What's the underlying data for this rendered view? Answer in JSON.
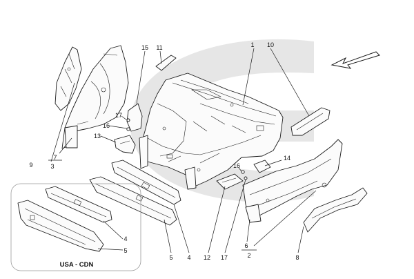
{
  "diagram": {
    "labels": {
      "p1": "1",
      "p2": "2",
      "p3": "3",
      "p4a": "4",
      "p4b": "4",
      "p5a": "5",
      "p5b": "5",
      "p6": "6",
      "p7": "7",
      "p8": "8",
      "p9": "9",
      "p10": "10",
      "p11": "11",
      "p12": "12",
      "p13": "13",
      "p14": "14",
      "p15": "15",
      "p16a": "16",
      "p16b": "16",
      "p17a": "17",
      "p17b": "17"
    },
    "variant_label": "USA - CDN"
  }
}
